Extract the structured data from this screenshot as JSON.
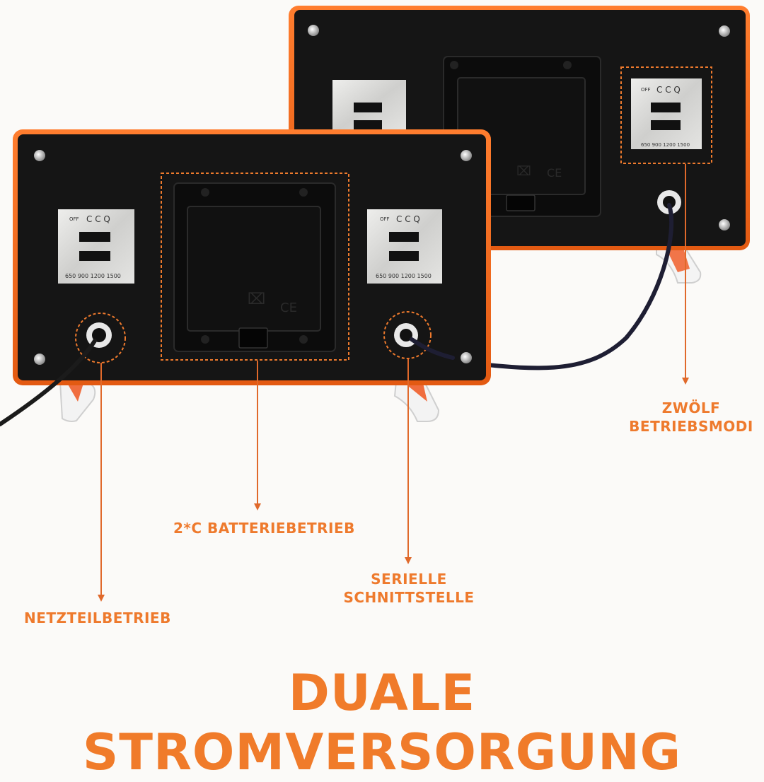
{
  "headline": "DUALE STROMVERSORGUNG",
  "labels": {
    "battery": "2*C BATTERIEBETRIEB",
    "mains": "NETZTEILBETRIEB",
    "serial": [
      "SERIELLE",
      "SCHNITTSTELLE"
    ],
    "modes": [
      "ZWÖLF",
      "BETRIEBSMODI"
    ]
  },
  "switch_plate": {
    "top_labels": [
      "OFF"
    ],
    "bottom_labels": [
      "650",
      "900",
      "1200",
      "1500"
    ]
  },
  "colors": {
    "accent": "#ee7a2d",
    "housing_rim": "#f26a21",
    "panel": "#151515",
    "plate": "#d9d9d7"
  }
}
